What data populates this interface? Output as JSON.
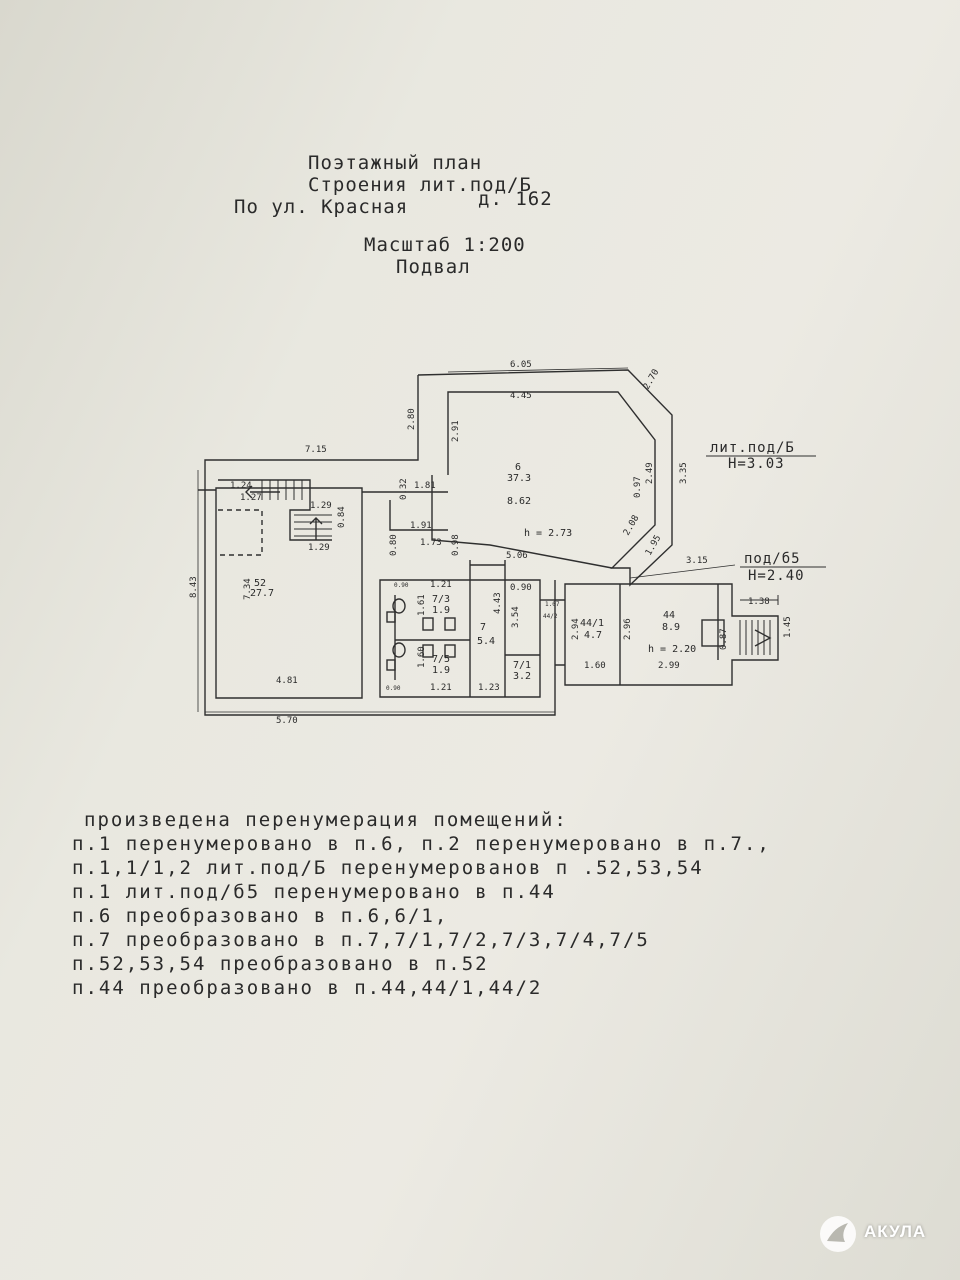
{
  "header": {
    "line1": "Поэтажный план",
    "line2": "Строения лит.под/Б",
    "street": "По ул. Красная",
    "house": "д. 162",
    "scale": "Масштаб 1:200",
    "floor": "Подвал"
  },
  "plan": {
    "lit_b_title": "лит.под/Б",
    "lit_b_height": "H=3.03",
    "b5_title": "под/б5",
    "b5_height": "H=2.40",
    "room6": {
      "num": "6",
      "area": "37.3",
      "h": "h = 2.73",
      "dim": "8.62"
    },
    "room52": {
      "num": "52",
      "area": "27.7"
    },
    "room44": {
      "num": "44",
      "area": "8.9",
      "h": "h = 2.20"
    },
    "room44_1": {
      "num": "44/1",
      "area": "4.7"
    },
    "room7": {
      "num": "7",
      "area": "5.4"
    },
    "room7_1": {
      "num": "7/1",
      "area": "3.2"
    },
    "room7_3": {
      "num": "7/3",
      "area": "1.9"
    },
    "room7_5": {
      "num": "7/5",
      "area": "1.9"
    },
    "room44_2": "44/2",
    "dims": {
      "d605": "6.05",
      "d445": "4.45",
      "d270": "2.70",
      "d280": "2.80",
      "d291": "2.91",
      "d715": "7.15",
      "d335": "3.35",
      "d249": "2.49",
      "d097": "0.97",
      "d208": "2.08",
      "d195": "1.95",
      "d315": "3.15",
      "d138": "1.38",
      "d145": "1.45",
      "d087": "0.87",
      "d124": "1.24",
      "d127": "1.27",
      "d129a": "1.29",
      "d129b": "1.29",
      "d084": "0.84",
      "d032": "0.32",
      "d181": "1.81",
      "d191": "1.91",
      "d173": "1.73",
      "d080": "0.80",
      "d098": "0.98",
      "d506": "5.06",
      "d843": "8.43",
      "d734": "7.34",
      "d481": "4.81",
      "d570": "5.70",
      "d121a": "1.21",
      "d121b": "1.21",
      "d090a": "0.90",
      "d090b": "0.90",
      "d090c": "0.90",
      "d161": "1.61",
      "d160a": "1.60",
      "d443": "4.43",
      "d354": "3.54",
      "d123": "1.23",
      "d107": "1.07",
      "d294": "2.94",
      "d296": "2.96",
      "d160b": "1.60",
      "d299": "2.99"
    }
  },
  "notes": [
    "произведена перенумерация помещений:",
    "п.1 перенумеровано в п.6, п.2 перенумеровано в п.7.,",
    "п.1,1/1,2 лит.под/Б перенумерованов п .52,53,54",
    "п.1 лит.под/б5 перенумеровано в п.44",
    "п.6 преобразовано в п.6,6/1,",
    " п.7 преобразовано в п.7,7/1,7/2,7/3,7/4,7/5",
    "п.52,53,54 преобразовано в п.52",
    "п.44 преобразовано в п.44,44/1,44/2"
  ],
  "watermark": {
    "text": "АКУЛА",
    "icon": "shark-fin-icon"
  }
}
